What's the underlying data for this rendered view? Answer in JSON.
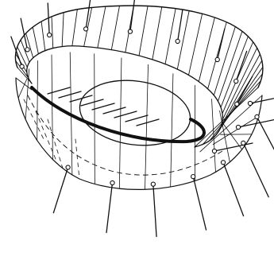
{
  "figure": {
    "ink_color": "#111111",
    "paper_color": "#ffffff",
    "bottom_point_count": 7,
    "top_point_count": 9,
    "band_ruling_count": 32,
    "inner_arrow_count": 9
  }
}
